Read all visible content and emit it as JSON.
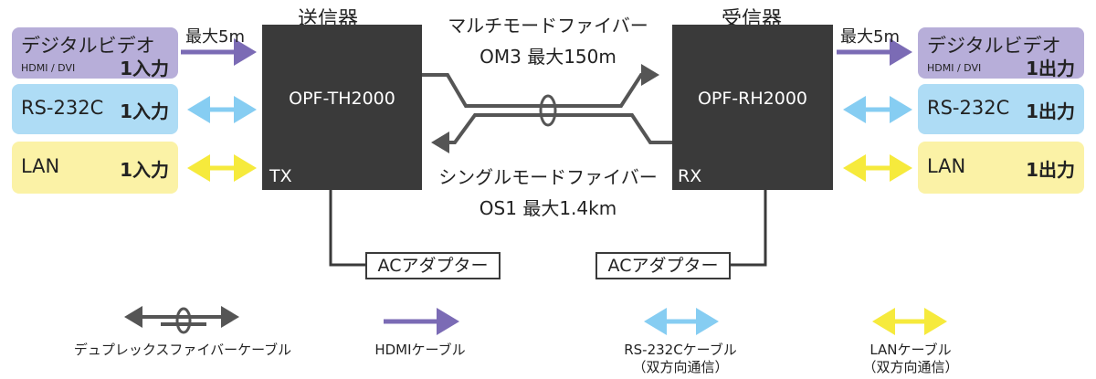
{
  "devices": {
    "tx": {
      "heading": "送信器",
      "model": "OPF-TH2000",
      "tag": "TX",
      "adapter": "ACアダプター"
    },
    "rx": {
      "heading": "受信器",
      "model": "OPF-RH2000",
      "tag": "RX",
      "adapter": "ACアダプター"
    }
  },
  "left_ports": {
    "video": {
      "name": "デジタルビデオ",
      "sub": "HDMI / DVI",
      "count": "1入力"
    },
    "rs232": {
      "name": "RS-232C",
      "count": "1入力"
    },
    "lan": {
      "name": "LAN",
      "count": "1入力"
    }
  },
  "right_ports": {
    "video": {
      "name": "デジタルビデオ",
      "sub": "HDMI / DVI",
      "count": "1出力"
    },
    "rs232": {
      "name": "RS-232C",
      "count": "1出力"
    },
    "lan": {
      "name": "LAN",
      "count": "1出力"
    }
  },
  "labels": {
    "hdmi_left_max": "最大5m",
    "hdmi_right_max": "最大5m",
    "multimode": "マルチモードファイバー",
    "multimode_spec": "OM3  最大150m",
    "singlemode": "シングルモードファイバー",
    "singlemode_spec": "OS1  最大1.4km"
  },
  "legend": {
    "duplex": "デュプレックスファイバーケーブル",
    "hdmi": "HDMIケーブル",
    "rs232_line1": "RS-232Cケーブル",
    "rs232_line2": "（双方向通信）",
    "lan_line1": "LANケーブル",
    "lan_line2": "（双方向通信）"
  },
  "colors": {
    "video": "#b7aed9",
    "rs232": "#aedcf5",
    "lan": "#fbf2a6",
    "device": "#3a3a3a",
    "hdmi_arrow": "#7b6bb5",
    "rs232_arrow": "#86cdf2",
    "lan_arrow": "#f6ea3c",
    "fiber": "#555555"
  }
}
